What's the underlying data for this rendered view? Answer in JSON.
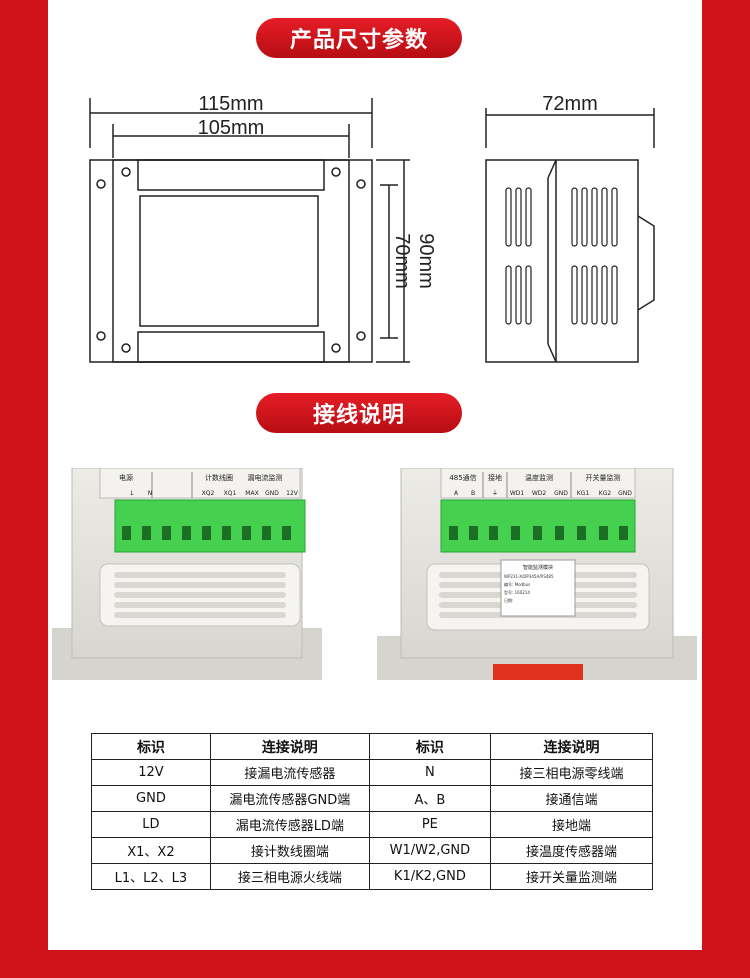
{
  "headings": {
    "dimensions": "产品尺寸参数",
    "wiring": "接线说明"
  },
  "dimensions": {
    "width_outer": "115mm",
    "width_inner": "105mm",
    "height_outer": "90mm",
    "height_inner": "70mm",
    "depth": "72mm"
  },
  "photo_labels": {
    "left": {
      "groups": [
        "电源",
        "计数线圈",
        "漏电流监测"
      ],
      "terminals": [
        "L",
        "N",
        "XQ2",
        "XQ1",
        "MAX",
        "GND",
        "12V"
      ]
    },
    "right": {
      "groups": [
        "485通信",
        "接地",
        "温度监测",
        "开关量监测"
      ],
      "terminals": [
        "A",
        "B",
        "⏚",
        "WD1",
        "WD2",
        "GND",
        "KG1",
        "KG2",
        "GND"
      ],
      "sticker_title": "智能监测模块",
      "sticker_lines": [
        "WP231-X/DP345A/RS485",
        "编号: Modbus",
        "型号: 160214",
        "日期:"
      ]
    }
  },
  "table": {
    "headers": [
      "标识",
      "连接说明",
      "标识",
      "连接说明"
    ],
    "rows": [
      [
        "12V",
        "接漏电流传感器",
        "N",
        "接三相电源零线端"
      ],
      [
        "GND",
        "漏电流传感器GND端",
        "A、B",
        "接通信端"
      ],
      [
        "LD",
        "漏电流传感器LD端",
        "PE",
        "接地端"
      ],
      [
        "X1、X2",
        "接计数线圈端",
        "W1/W2,GND",
        "接温度传感器端"
      ],
      [
        "L1、L2、L3",
        "接三相电源火线端",
        "K1/K2,GND",
        "接开关量监测端"
      ]
    ]
  },
  "colors": {
    "brand_red": "#d0101a",
    "terminal_green": "#3fd24a",
    "housing_grey": "#e4e2dd"
  }
}
